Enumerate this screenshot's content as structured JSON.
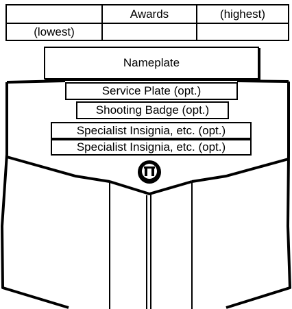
{
  "ribbons": {
    "row1": [
      "",
      "Awards",
      "(highest)"
    ],
    "row2": [
      "(lowest)",
      "",
      ""
    ]
  },
  "nameplate": "Nameplate",
  "items": [
    "Service Plate (opt.)",
    "Shooting Badge (opt.)",
    "Specialist Insignia, etc. (opt.)",
    "Specialist Insignia, etc. (opt.)"
  ],
  "colors": {
    "line": "#000000",
    "background": "#ffffff"
  },
  "button_icon": "uniform-button-icon"
}
